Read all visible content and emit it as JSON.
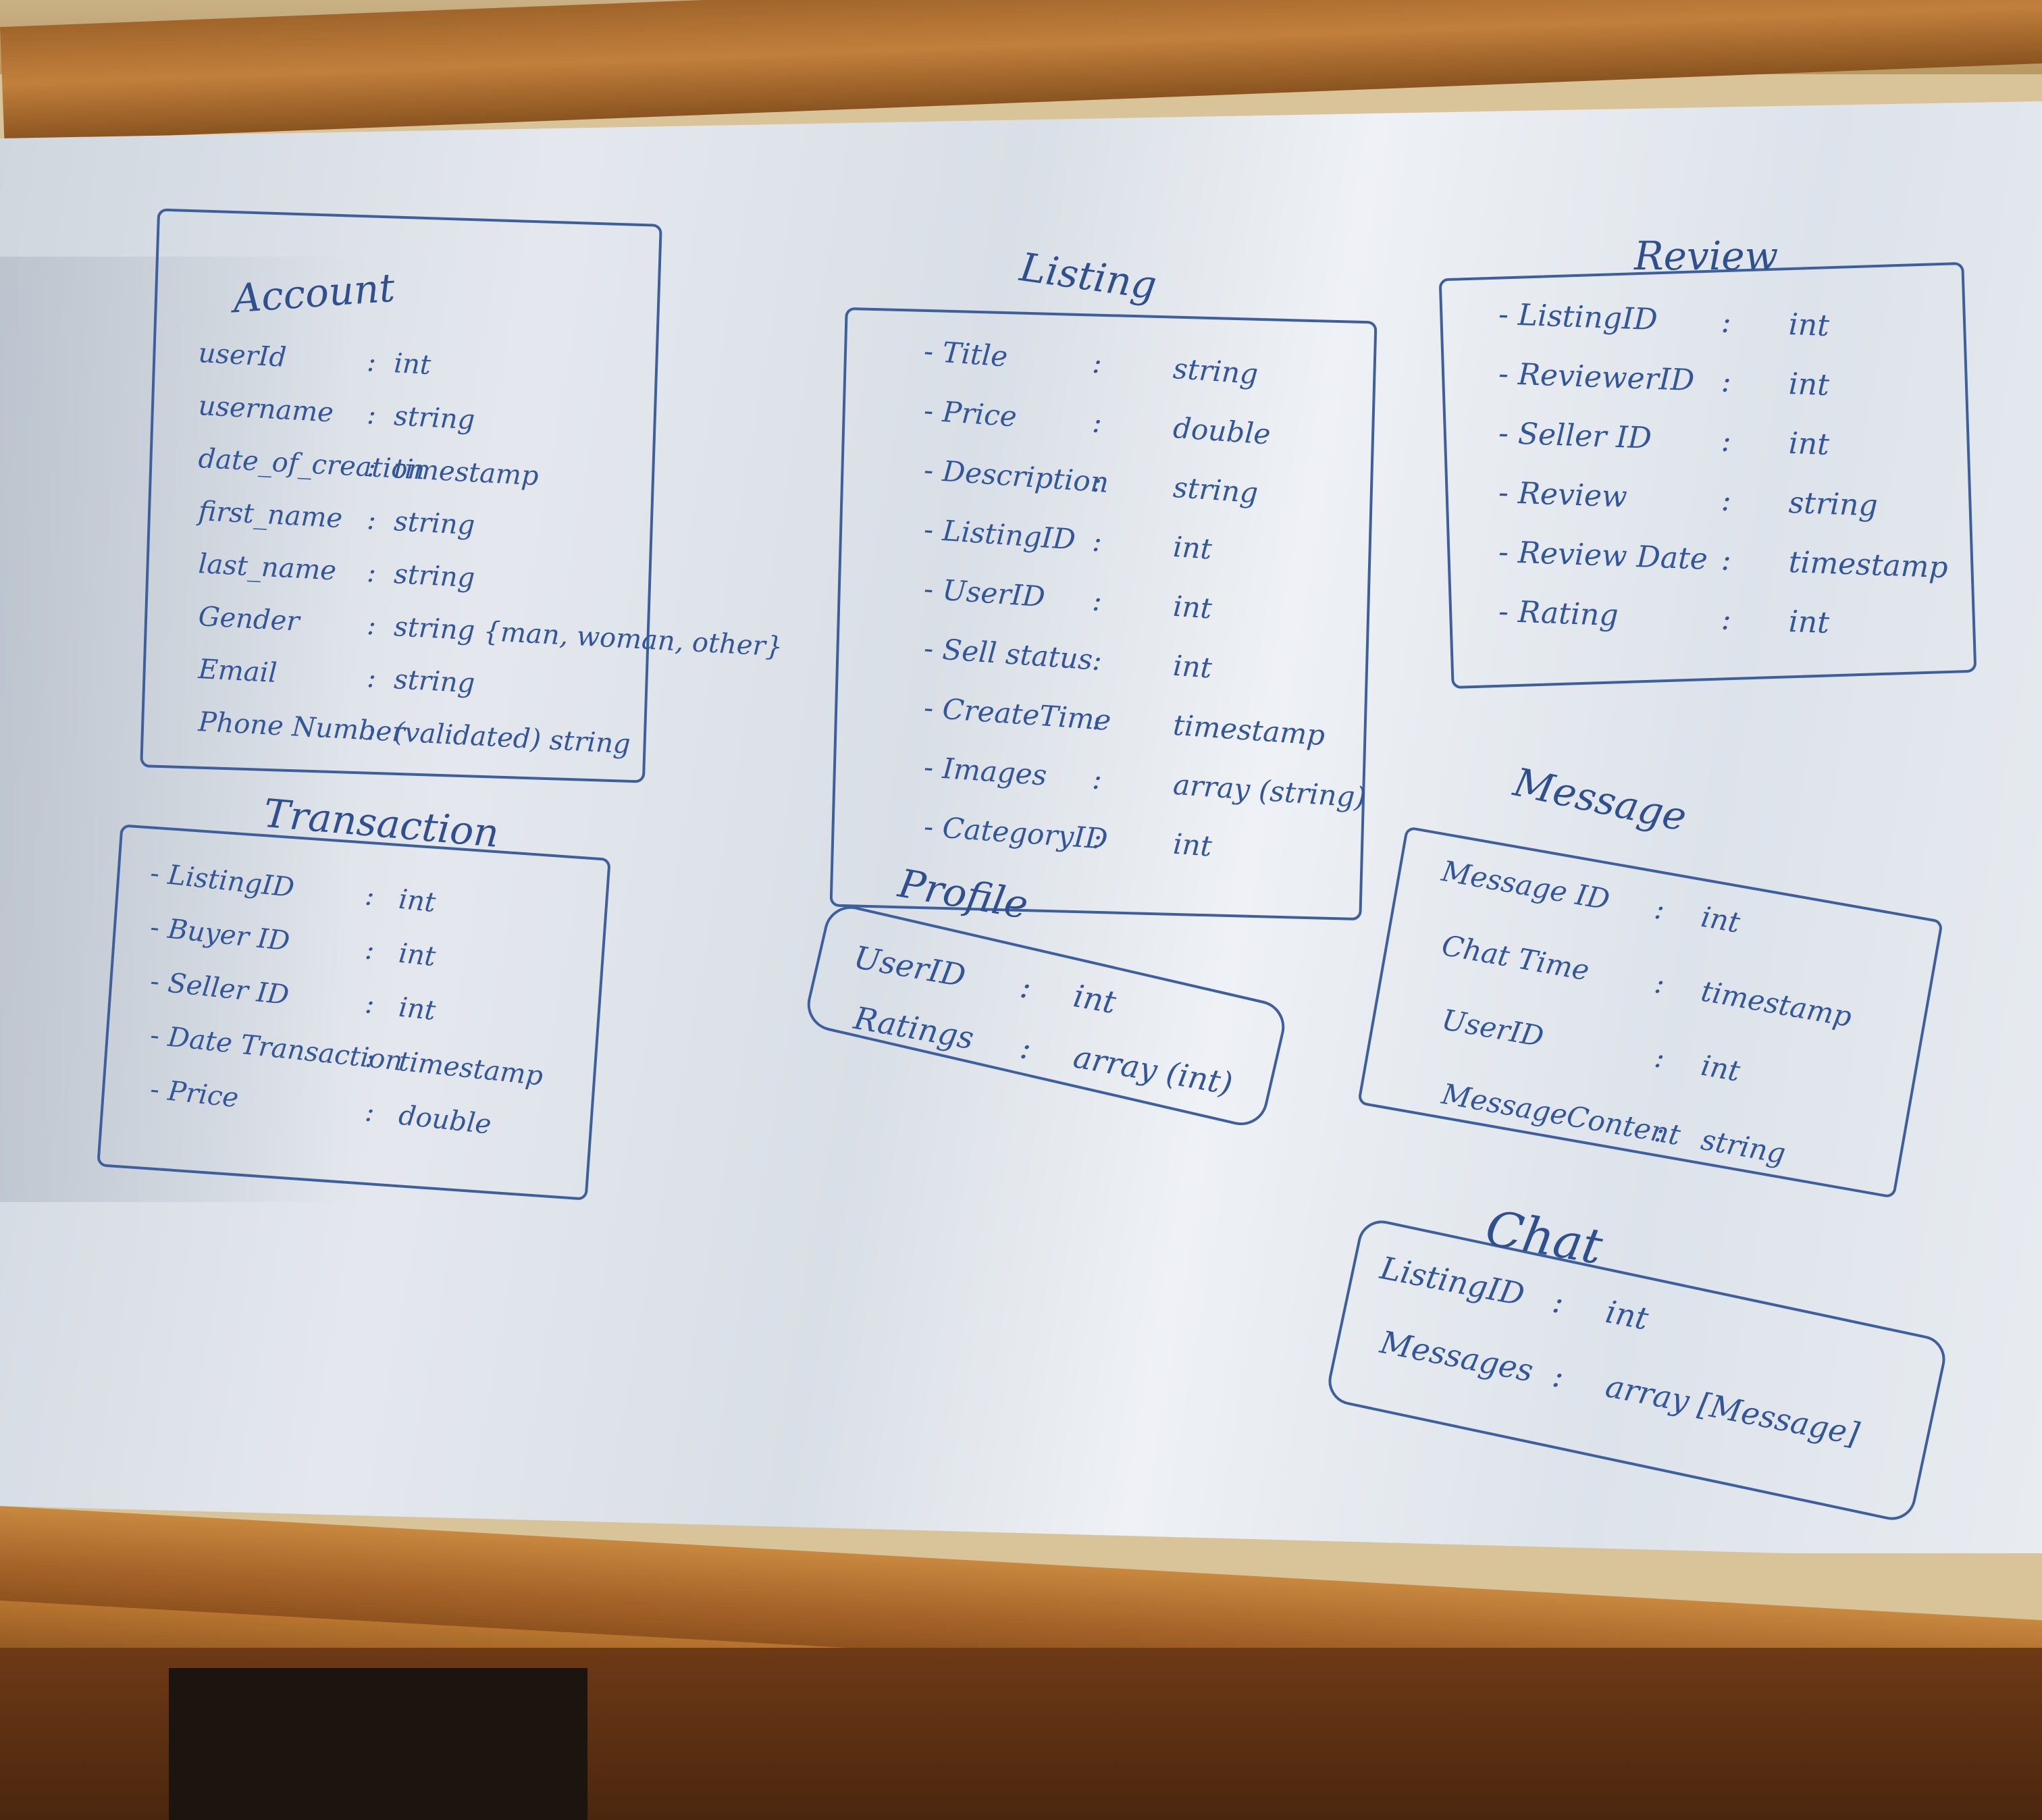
{
  "entities": [
    {
      "id": "account",
      "title": "Account",
      "fields": [
        {
          "name": "userId",
          "type": "int"
        },
        {
          "name": "username",
          "type": "string"
        },
        {
          "name": "date_of_creation",
          "type": "timestamp"
        },
        {
          "name": "first_name",
          "type": "string"
        },
        {
          "name": "last_name",
          "type": "string"
        },
        {
          "name": "Gender",
          "type": "string {man, woman, other}"
        },
        {
          "name": "Email",
          "type": "string"
        },
        {
          "name": "Phone Number",
          "type": "(validated) string"
        }
      ]
    },
    {
      "id": "listing",
      "title": "Listing",
      "fields": [
        {
          "name": "- Title",
          "type": "string"
        },
        {
          "name": "- Price",
          "type": "double"
        },
        {
          "name": "- Description",
          "type": "string"
        },
        {
          "name": "- ListingID",
          "type": "int"
        },
        {
          "name": "- UserID",
          "type": "int"
        },
        {
          "name": "- Sell status",
          "type": "int"
        },
        {
          "name": "- CreateTime",
          "type": "timestamp"
        },
        {
          "name": "- Images",
          "type": "array (string)"
        },
        {
          "name": "- CategoryID",
          "type": "int"
        }
      ]
    },
    {
      "id": "review",
      "title": "Review",
      "fields": [
        {
          "name": "- ListingID",
          "type": "int"
        },
        {
          "name": "- ReviewerID",
          "type": "int"
        },
        {
          "name": "- Seller ID",
          "type": "int"
        },
        {
          "name": "- Review",
          "type": "string"
        },
        {
          "name": "- Review Date",
          "type": "timestamp"
        },
        {
          "name": "- Rating",
          "type": "int"
        }
      ]
    },
    {
      "id": "transaction",
      "title": "Transaction",
      "fields": [
        {
          "name": "- ListingID",
          "type": "int"
        },
        {
          "name": "- Buyer ID",
          "type": "int"
        },
        {
          "name": "- Seller ID",
          "type": "int"
        },
        {
          "name": "- Date Transaction",
          "type": "timestamp"
        },
        {
          "name": "- Price",
          "type": "double"
        }
      ]
    },
    {
      "id": "profile",
      "title": "Profile",
      "fields": [
        {
          "name": "UserID",
          "type": "int"
        },
        {
          "name": "Ratings",
          "type": "array (int)"
        }
      ]
    },
    {
      "id": "message",
      "title": "Message",
      "fields": [
        {
          "name": "Message ID",
          "type": "int"
        },
        {
          "name": "Chat Time",
          "type": "timestamp"
        },
        {
          "name": "UserID",
          "type": "int"
        },
        {
          "name": "MessageContent",
          "type": "string"
        }
      ]
    },
    {
      "id": "chat",
      "title": "Chat",
      "fields": [
        {
          "name": "ListingID",
          "type": "int"
        },
        {
          "name": "Messages",
          "type": "array [Message]"
        }
      ]
    }
  ],
  "colors": {
    "marker": "#33569a",
    "board": "#e4e8ee",
    "frame": "#b57433"
  }
}
